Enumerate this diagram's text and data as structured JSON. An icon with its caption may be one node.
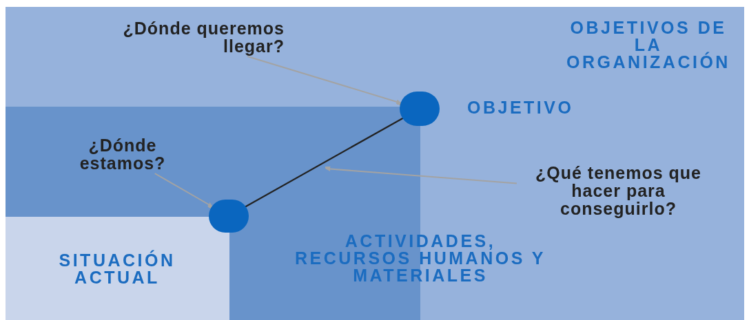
{
  "diagram": {
    "nodes": [
      {
        "text": [
          "OBJETIVOS DE LA ORGANIZACIÓN"
        ]
      },
      {
        "text": [
          "ACTIVIDADES, RECURSOS HUMANOS Y MATERIALES"
        ],
        "in": 0
      },
      {
        "text": [
          "SITUACIÓN ACTUAL"
        ],
        "in": 1
      },
      {
        "text": [],
        "shape": "circle",
        "beside": [
          "OBJETIVO"
        ],
        "in": 0
      },
      {
        "text": [],
        "shape": "circle",
        "in": 1
      },
      {
        "text": [
          "¿Dónde queremos llegar?"
        ],
        "in": 0
      },
      {
        "text": [
          "¿Dónde estamos?"
        ],
        "in": 1
      },
      {
        "text": [
          "¿Qué tenemos que hacer para conseguirlo?"
        ],
        "in": 0
      }
    ],
    "edges": [
      {
        "from": 4,
        "to": 3,
        "arrow": "none",
        "color": "#222222"
      },
      {
        "from": 5,
        "to": 3,
        "arrow": "to"
      },
      {
        "from": 6,
        "to": 4,
        "arrow": "to"
      },
      {
        "from": 7,
        "to": null,
        "arrow": "to"
      }
    ]
  }
}
